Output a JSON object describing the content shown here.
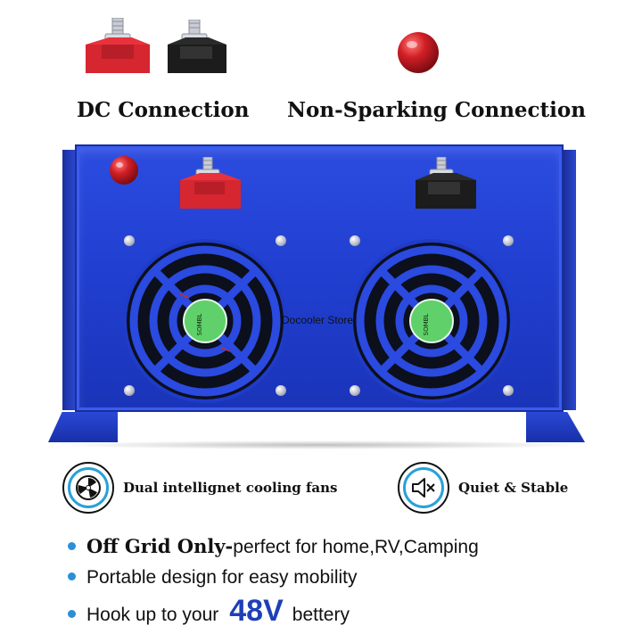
{
  "captions": {
    "dc_connection": "DC Connection",
    "non_sparking": "Non-Sparking Connection"
  },
  "inverter": {
    "color": "#2140d2",
    "fan_label": "SOMBL",
    "watermark": "Docooler Store"
  },
  "features": [
    {
      "icon": "fan-icon",
      "label": "Dual intellignet cooling fans"
    },
    {
      "icon": "speaker-mute-icon",
      "label": "Quiet & Stable"
    }
  ],
  "bullets": {
    "off_grid_bold": "Off Grid Only-",
    "off_grid_rest": "perfect for home,RV,Camping",
    "portable": "Portable design for easy mobility",
    "hook_prefix": "Hook up to your",
    "voltage": "48V",
    "hook_suffix": "bettery"
  },
  "colors": {
    "accent_blue": "#1f3fb8",
    "bullet_blue": "#2a8fd8",
    "terminal_red": "#e8323c",
    "terminal_black": "#1c1c1c",
    "ring_blue": "#2aa0d8"
  }
}
